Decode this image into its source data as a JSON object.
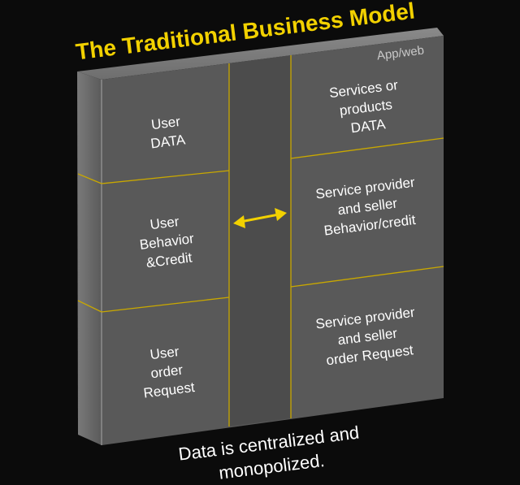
{
  "title": "The Traditional Business Model",
  "platform_label": "App/web",
  "left_cells": [
    {
      "lines": [
        "User",
        "DATA"
      ]
    },
    {
      "lines": [
        "User",
        "Behavior",
        "&Credit"
      ]
    },
    {
      "lines": [
        "User",
        "order",
        "Request"
      ]
    }
  ],
  "right_cells": [
    {
      "lines": [
        "Services or",
        "products",
        "DATA"
      ]
    },
    {
      "lines": [
        "Service provider",
        "and seller",
        "Behavior/credit"
      ]
    },
    {
      "lines": [
        "Service provider",
        "and seller",
        "order Request"
      ]
    }
  ],
  "caption": {
    "line1": "Data is centralized and",
    "line2": "monopolized."
  },
  "icons": {
    "exchange": "double-arrow-icon"
  },
  "colors": {
    "accent": "#f2d100",
    "panel": "#595959",
    "background": "#0b0b0b"
  }
}
